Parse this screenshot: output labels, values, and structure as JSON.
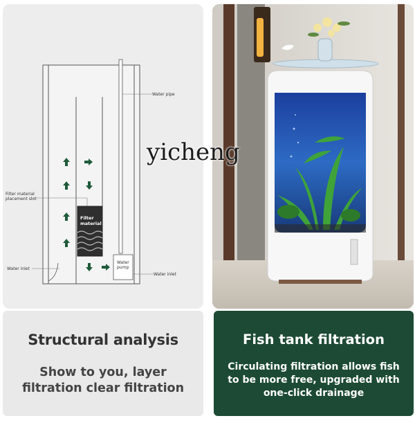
{
  "watermark": "yicheng",
  "diagram": {
    "labels": {
      "water_pipe": "Water pipe",
      "filter_slot": [
        "Filter material",
        "placement slot"
      ],
      "filter_material": [
        "Filter",
        "material"
      ],
      "water_pump": [
        "Water",
        "pump"
      ],
      "water_inlet_left": "Water inlet",
      "water_inlet_right": "Water inlet"
    },
    "icons": [
      "arrow-up-icon",
      "arrow-right-icon",
      "arrow-down-icon"
    ]
  },
  "left_panel": {
    "heading": "Structural analysis",
    "subtext_line1": "Show to you, layer",
    "subtext_line2": "filtration clear filtration"
  },
  "right_panel": {
    "heading": "Fish tank filtration",
    "subtext_line1": "Circulating filtration allows fish",
    "subtext_line2": "to be more free, upgraded with",
    "subtext_line3": "one-click drainage"
  },
  "colors": {
    "right_panel_bg": "#1d4a34",
    "arrow_color": "#1f5a3a",
    "tank_water": "#2a5fb8"
  }
}
